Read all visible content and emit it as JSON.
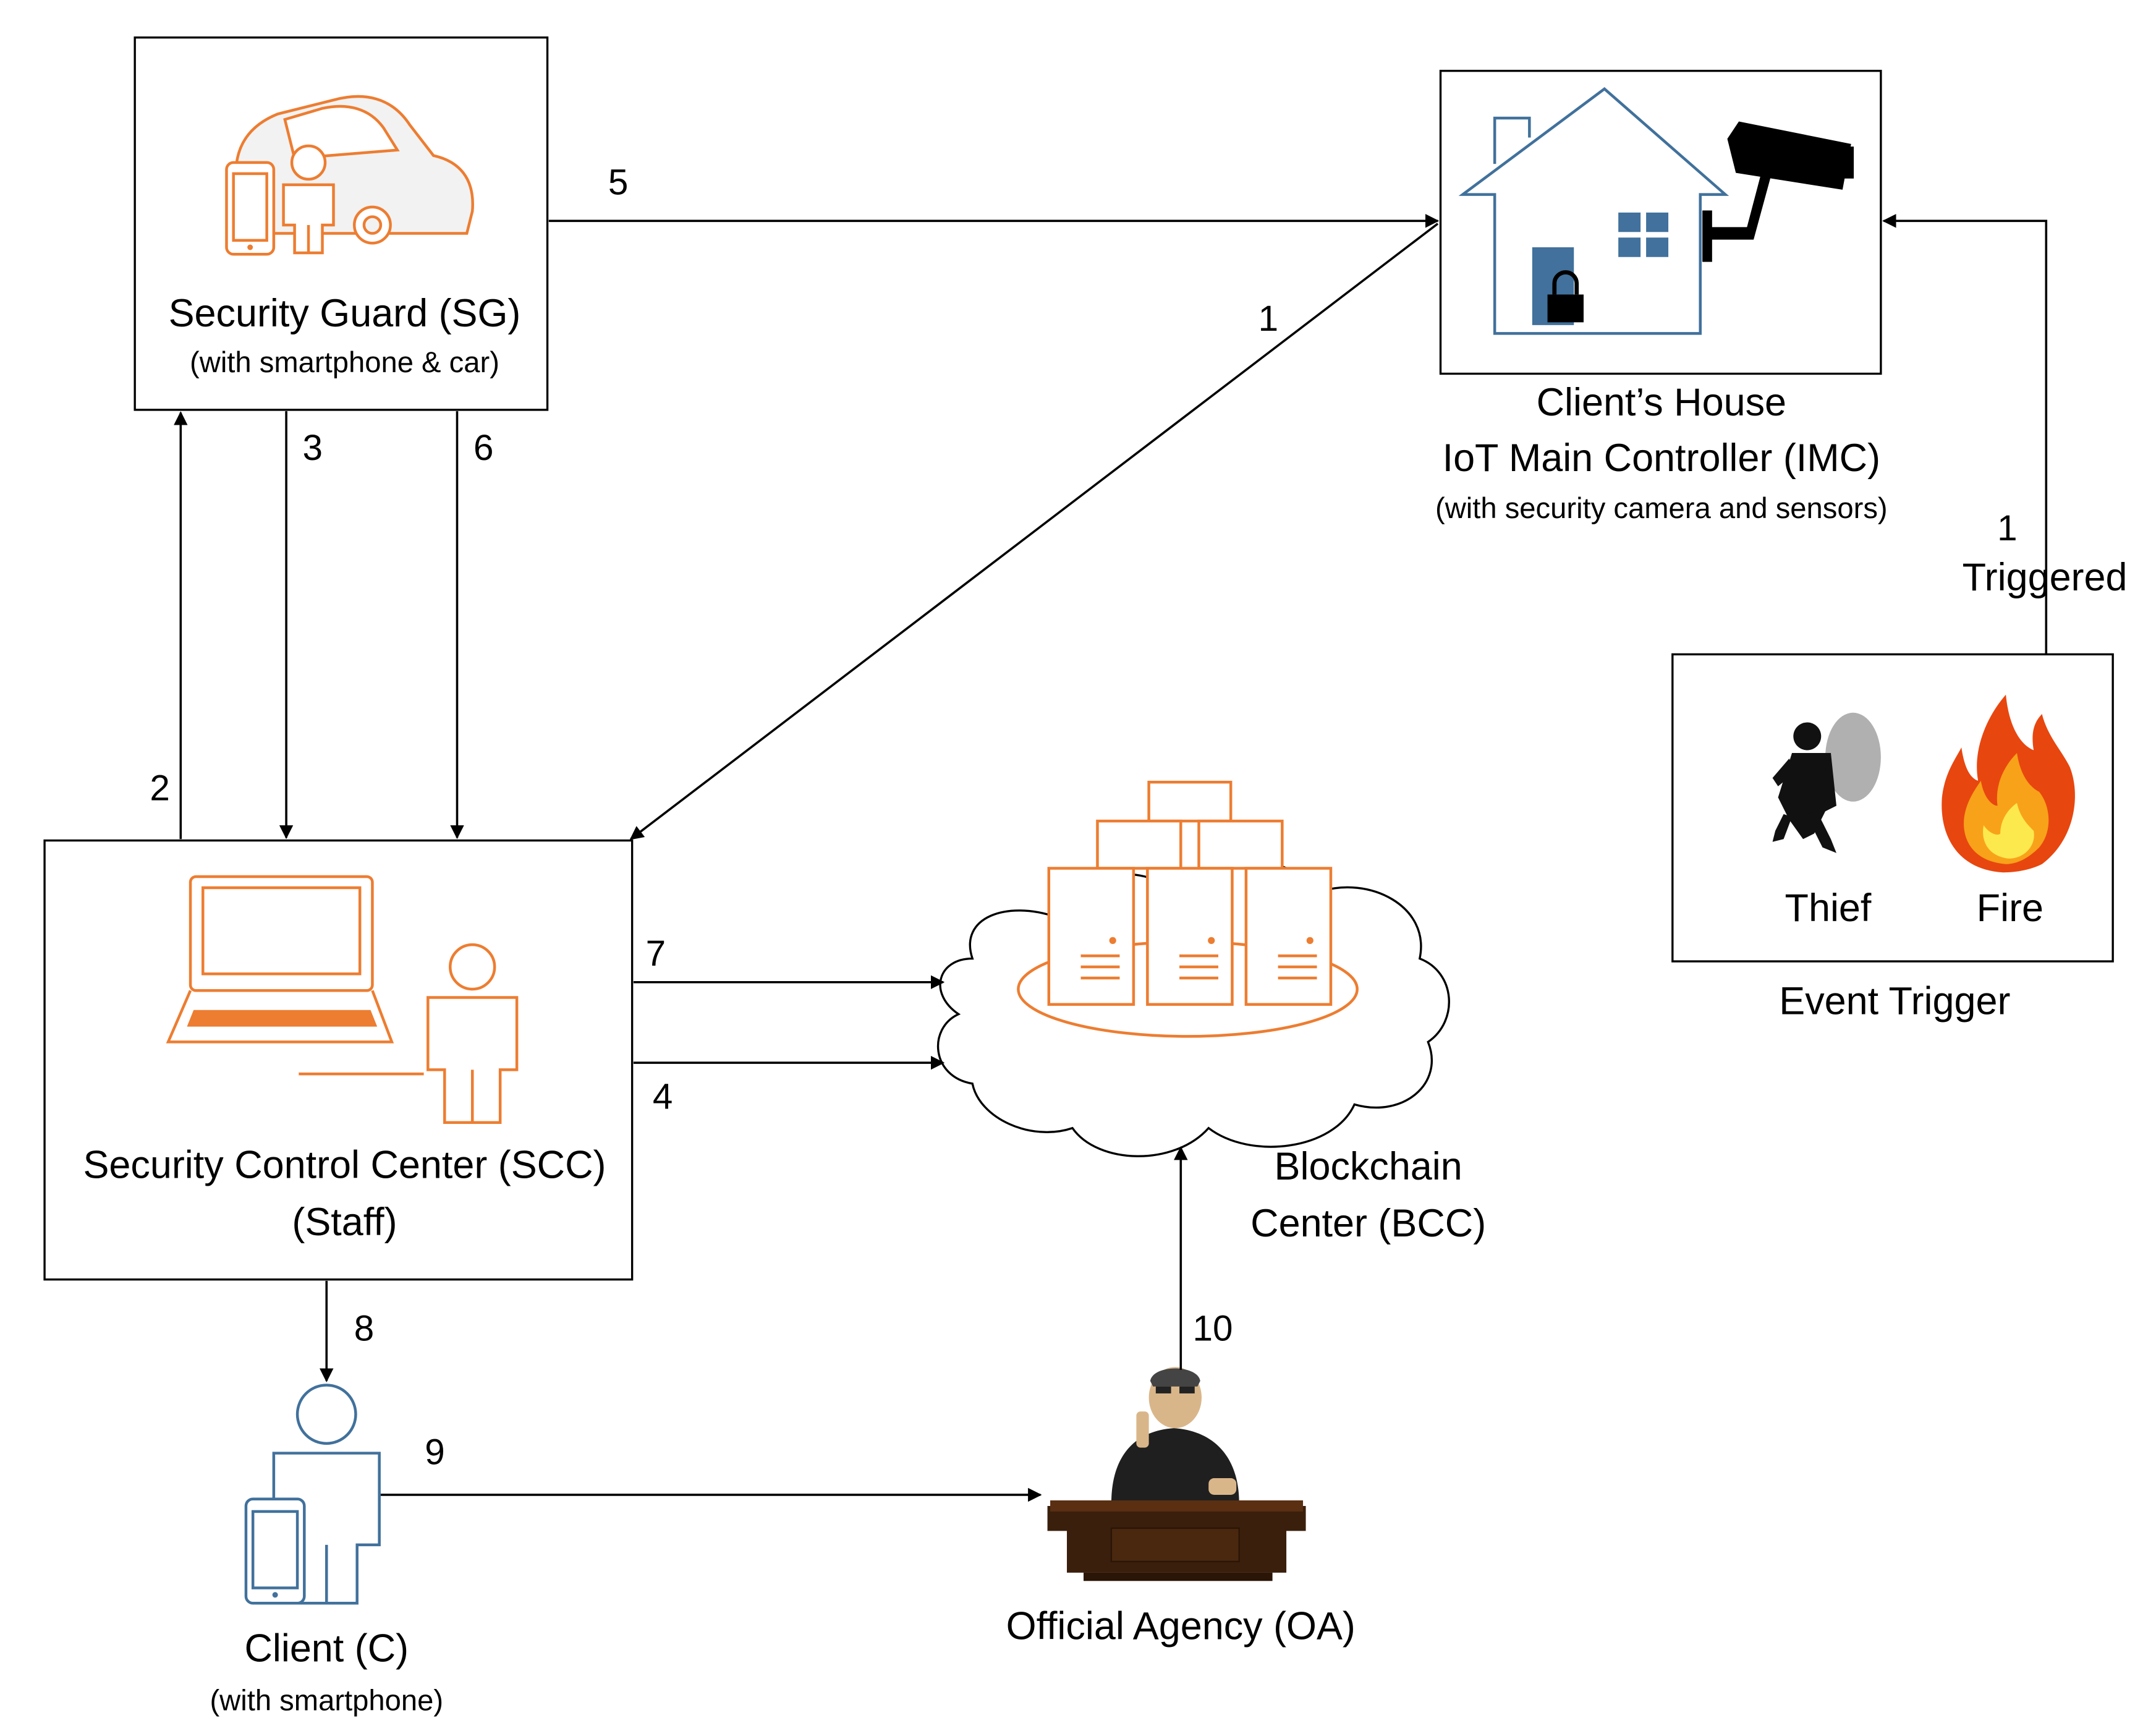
{
  "nodes": {
    "security_guard": {
      "title": "Security Guard (SG)",
      "subtitle": "(with smartphone & car)"
    },
    "clients_house": {
      "title_line1": "Client’s House",
      "title_line2": "IoT Main Controller (IMC)",
      "subtitle": "(with security camera and sensors)"
    },
    "event_trigger": {
      "title": "Event Trigger",
      "thief": "Thief",
      "fire": "Fire"
    },
    "scc": {
      "title": "Security Control Center (SCC)",
      "subtitle": "(Staff)"
    },
    "bcc": {
      "title_line1": "Blockchain",
      "title_line2": "Center (BCC)"
    },
    "client": {
      "title": "Client (C)",
      "subtitle": "(with smartphone)"
    },
    "official_agency": {
      "title": "Official Agency (OA)"
    }
  },
  "edges": {
    "e1_imc_scc": "1",
    "e1_trigger_imc": "1",
    "e1_trigger_text": "Triggered",
    "e2": "2",
    "e3": "3",
    "e4": "4",
    "e5": "5",
    "e6": "6",
    "e7": "7",
    "e8": "8",
    "e9": "9",
    "e10": "10"
  },
  "colors": {
    "orange": "#ED7D31",
    "blue": "#41719C",
    "line": "#000000"
  },
  "icons": [
    "car-icon",
    "smartphone-icon",
    "person-icon",
    "house-icon",
    "camera-icon",
    "lock-icon",
    "thief-icon",
    "fire-icon",
    "laptop-icon",
    "server-icon",
    "cloud-icon",
    "judge-icon"
  ]
}
